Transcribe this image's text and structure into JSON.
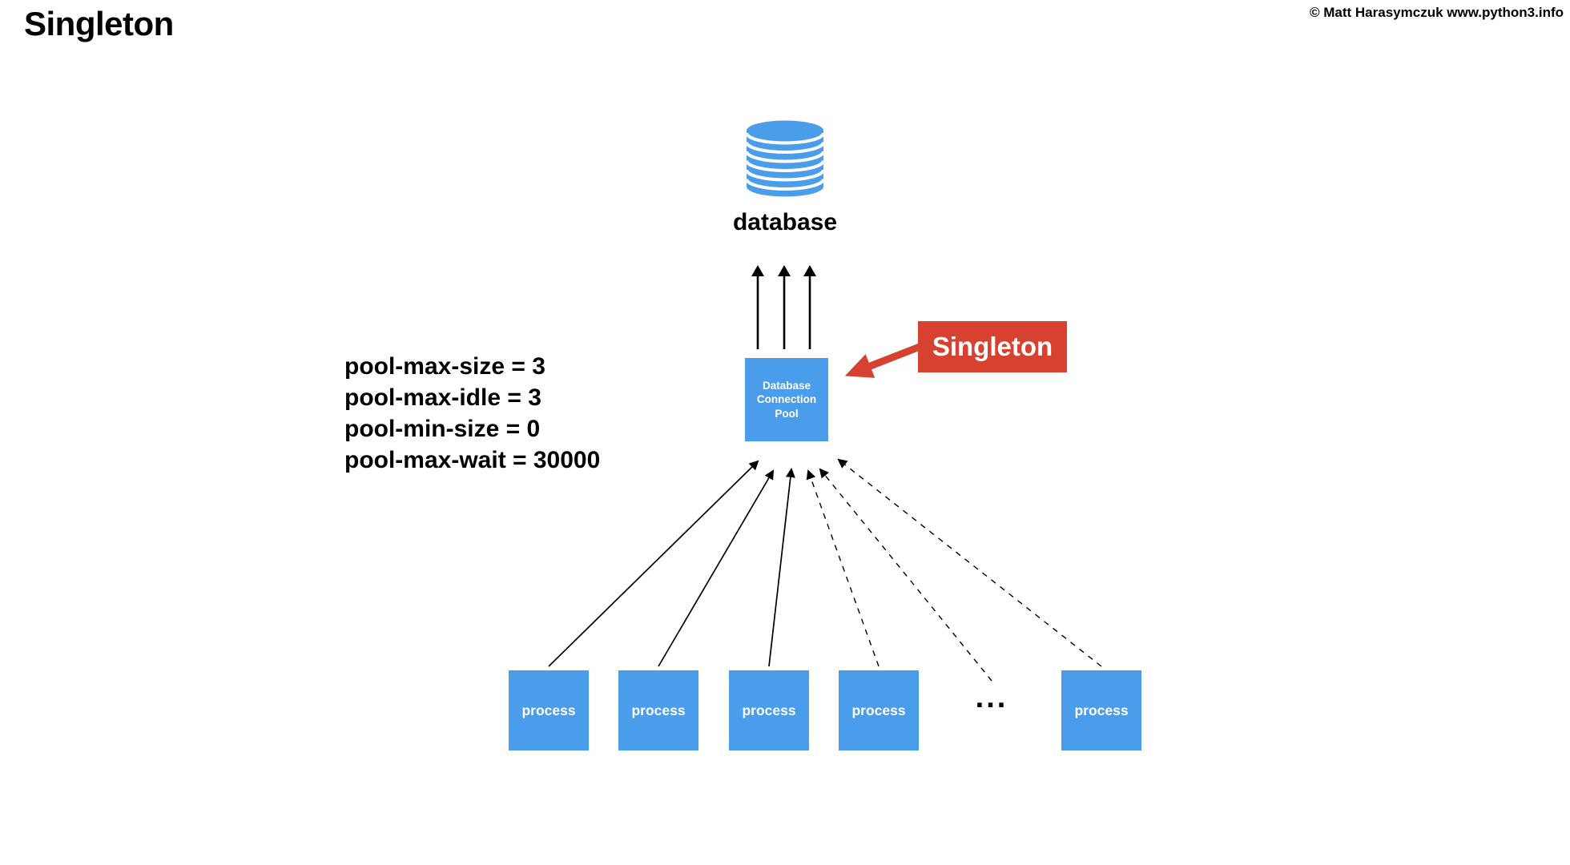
{
  "page": {
    "title": "Singleton",
    "copyright": "© Matt Harasymczuk www.python3.info"
  },
  "colors": {
    "accent_blue": "#4a9dea",
    "accent_red": "#d6422f",
    "ink": "#000000",
    "text_on_accent": "#ffffff",
    "background": "#ffffff"
  },
  "diagram": {
    "database": {
      "icon": "database-cylinder-icon",
      "label": "database"
    },
    "pool": {
      "label_lines": [
        "Database",
        "Connection",
        "Pool"
      ]
    },
    "callout": {
      "label": "Singleton"
    },
    "params": {
      "lines": [
        "pool-max-size = 3",
        "pool-max-idle = 3",
        "pool-min-size = 0",
        "pool-max-wait = 30000"
      ]
    },
    "processes": {
      "labels": [
        "process",
        "process",
        "process",
        "process",
        "process"
      ],
      "ellipsis": "..."
    }
  }
}
